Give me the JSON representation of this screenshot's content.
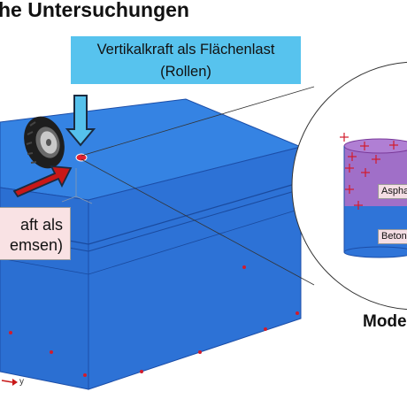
{
  "header": {
    "title": "he Untersuchungen"
  },
  "callouts": {
    "vertical_line1": "Vertikalkraft als Flächenlast",
    "vertical_line2": "(Rollen)",
    "horizontal_line1": "aft als",
    "horizontal_line2": "emsen)"
  },
  "model": {
    "label": "Mode",
    "layers": [
      "Aspha",
      "Beton"
    ]
  },
  "axis": {
    "y_label": "y"
  },
  "colors": {
    "block": "#2f74d8",
    "block_top": "#3583e3",
    "block_edge": "#1c4ea8",
    "load_arrow_vertical": "#55c1ec",
    "load_arrow_horizontal": "#c81818",
    "cylinder_top": "#a06fc8",
    "cylinder_bottom": "#2f74d8",
    "force_marks": "#d21c2c"
  }
}
